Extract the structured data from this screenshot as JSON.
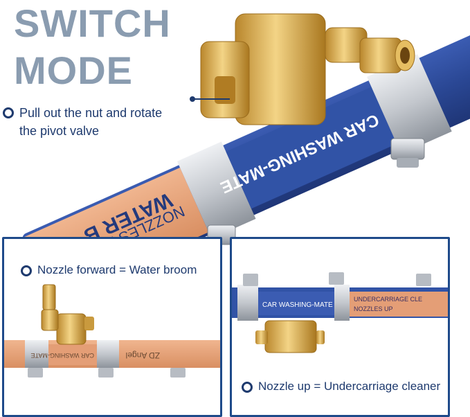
{
  "title": {
    "line1": "SWITCH",
    "line2": "MODE"
  },
  "main_note": {
    "line1": "Pull out the nut and rotate",
    "line2": "the pivot valve"
  },
  "left_panel": {
    "caption": "Nozzle  forward = Water broom"
  },
  "right_panel": {
    "caption": "Nozzle  up = Undercarriage cleaner"
  },
  "product_labels": {
    "main_blue": "CAR WASHING-MATE",
    "main_orange_line1": "WATER B",
    "main_orange_line2": "NOZZLES FOR",
    "right_blue": "CAR WASHING-MATE",
    "right_orange_line1": "UNDERCARRIAGE CLE",
    "right_orange_line2": "NOZZLES UP",
    "left_orange": "CAR WASHING-MATE",
    "left_brand": "ZD Angel"
  },
  "colors": {
    "title": "#8a9cb0",
    "text": "#1e3a6e",
    "panel_border": "#1e4a8a",
    "pipe_blue": "#2f4fa0",
    "pipe_orange": "#e5a077",
    "brass": "#d8a94a",
    "steel": "#c8ccd2"
  }
}
